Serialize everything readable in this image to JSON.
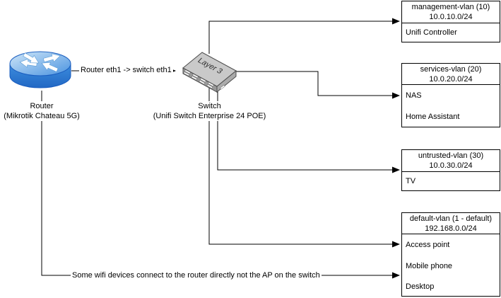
{
  "diagram": {
    "router": {
      "label_line1": "Router",
      "label_line2": "(Mikrotik Chateau 5G)"
    },
    "switch": {
      "icon_text": "Layer 3",
      "label_line1": "Switch",
      "label_line2": "(Unifi Switch Enterprise 24 POE)"
    },
    "edges": {
      "router_to_switch": "Router eth1 -> switch eth1",
      "wifi_note": "Some wifi devices connect to the router directly not the AP on the switch"
    },
    "vlans": [
      {
        "title": "management-vlan (10)",
        "subnet": "10.0.10.0/24",
        "devices": [
          "Unifi Controller"
        ]
      },
      {
        "title": "services-vlan (20)",
        "subnet": "10.0.20.0/24",
        "devices": [
          "NAS",
          "Home Assistant"
        ]
      },
      {
        "title": "untrusted-vlan (30)",
        "subnet": "10.0.30.0/24",
        "devices": [
          "TV"
        ]
      },
      {
        "title": "default-vlan (1 - default)",
        "subnet": "192.168.0.0/24",
        "devices": [
          "Access point",
          "Mobile phone",
          "Desktop"
        ]
      }
    ],
    "colors": {
      "line": "#000000",
      "box_border": "#000000",
      "router_blue": "#3c8dde",
      "switch_gray": "#c6c6c6"
    }
  }
}
